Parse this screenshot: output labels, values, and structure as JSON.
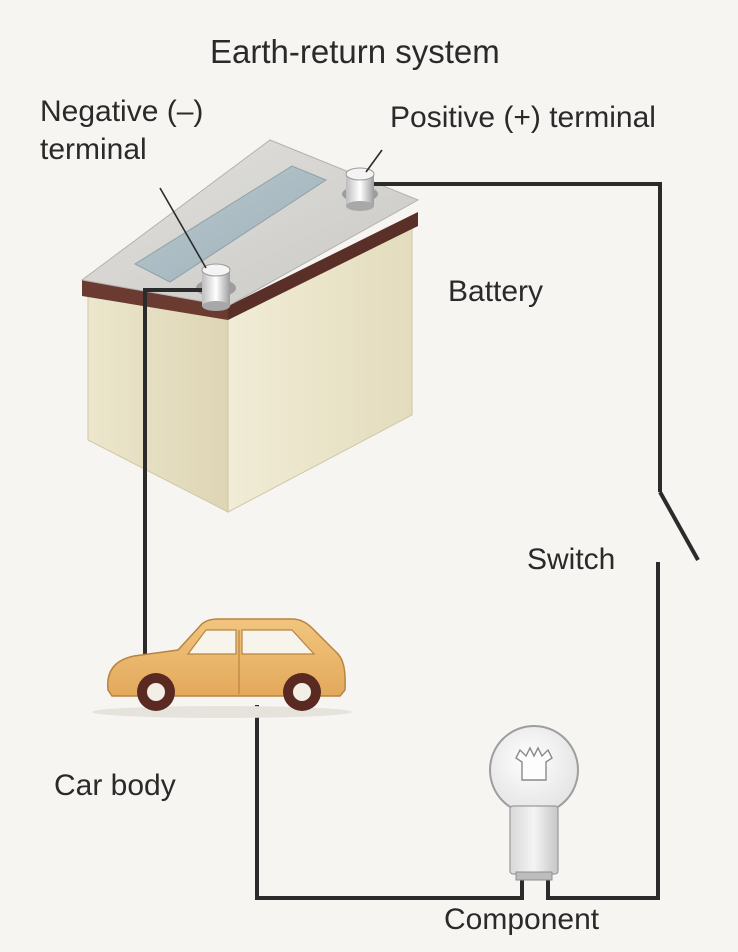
{
  "diagram": {
    "title": "Earth-return system",
    "labels": {
      "negative_terminal_line1": "Negative (–)",
      "negative_terminal_line2": "terminal",
      "positive_terminal": "Positive (+) terminal",
      "battery": "Battery",
      "switch": "Switch",
      "car_body": "Car body",
      "component": "Component"
    }
  }
}
